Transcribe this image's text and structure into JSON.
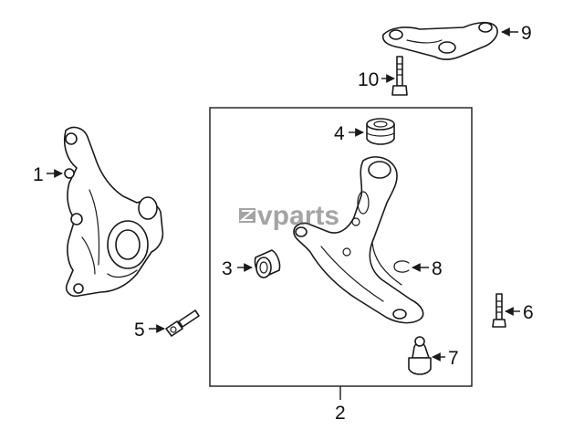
{
  "watermark": {
    "text": "vparts"
  },
  "callouts": [
    "1",
    "2",
    "3",
    "4",
    "5",
    "6",
    "7",
    "8",
    "9",
    "10"
  ]
}
